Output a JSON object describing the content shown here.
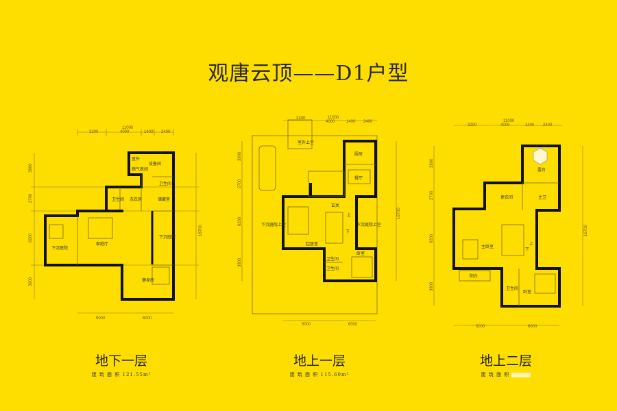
{
  "title": "观唐云顶——D1户型",
  "colors": {
    "background": "#FEDD00",
    "wall": "#111111"
  },
  "dimensions": {
    "top_total": "11000",
    "top_segments": [
      "3200",
      "4000",
      "1400",
      "2400"
    ],
    "side_segments": [
      "3900",
      "2700",
      "6200",
      "3900"
    ],
    "side_total": "16700",
    "bottom_segments": [
      "5000",
      "6000"
    ]
  },
  "floors": [
    {
      "name": "地下一层",
      "area_label": "建 筑 面 积",
      "area_value": "121.55m²",
      "rooms": [
        "室外",
        "燃气表间",
        "设备间",
        "卫生间",
        "洗衣房",
        "卫生间",
        "储藏室",
        "家庭厅",
        "下沉庭院",
        "下沉庭院",
        "健身房"
      ]
    },
    {
      "name": "地上一层",
      "area_label": "建 筑 面 积",
      "area_value": "115.60m²",
      "rooms": [
        "室外上空",
        "厨房",
        "餐厅",
        "玄关",
        "起居室",
        "下沉庭院上空",
        "下沉庭院上空",
        "卫生间",
        "卫生间",
        "卧室",
        "上",
        "下"
      ]
    },
    {
      "name": "地上二层",
      "area_label": "建 筑 面 积",
      "rooms": [
        "露台",
        "更衣间",
        "主卫",
        "主卧室",
        "阳台",
        "卫生间",
        "卧室",
        "上",
        "下"
      ]
    }
  ]
}
